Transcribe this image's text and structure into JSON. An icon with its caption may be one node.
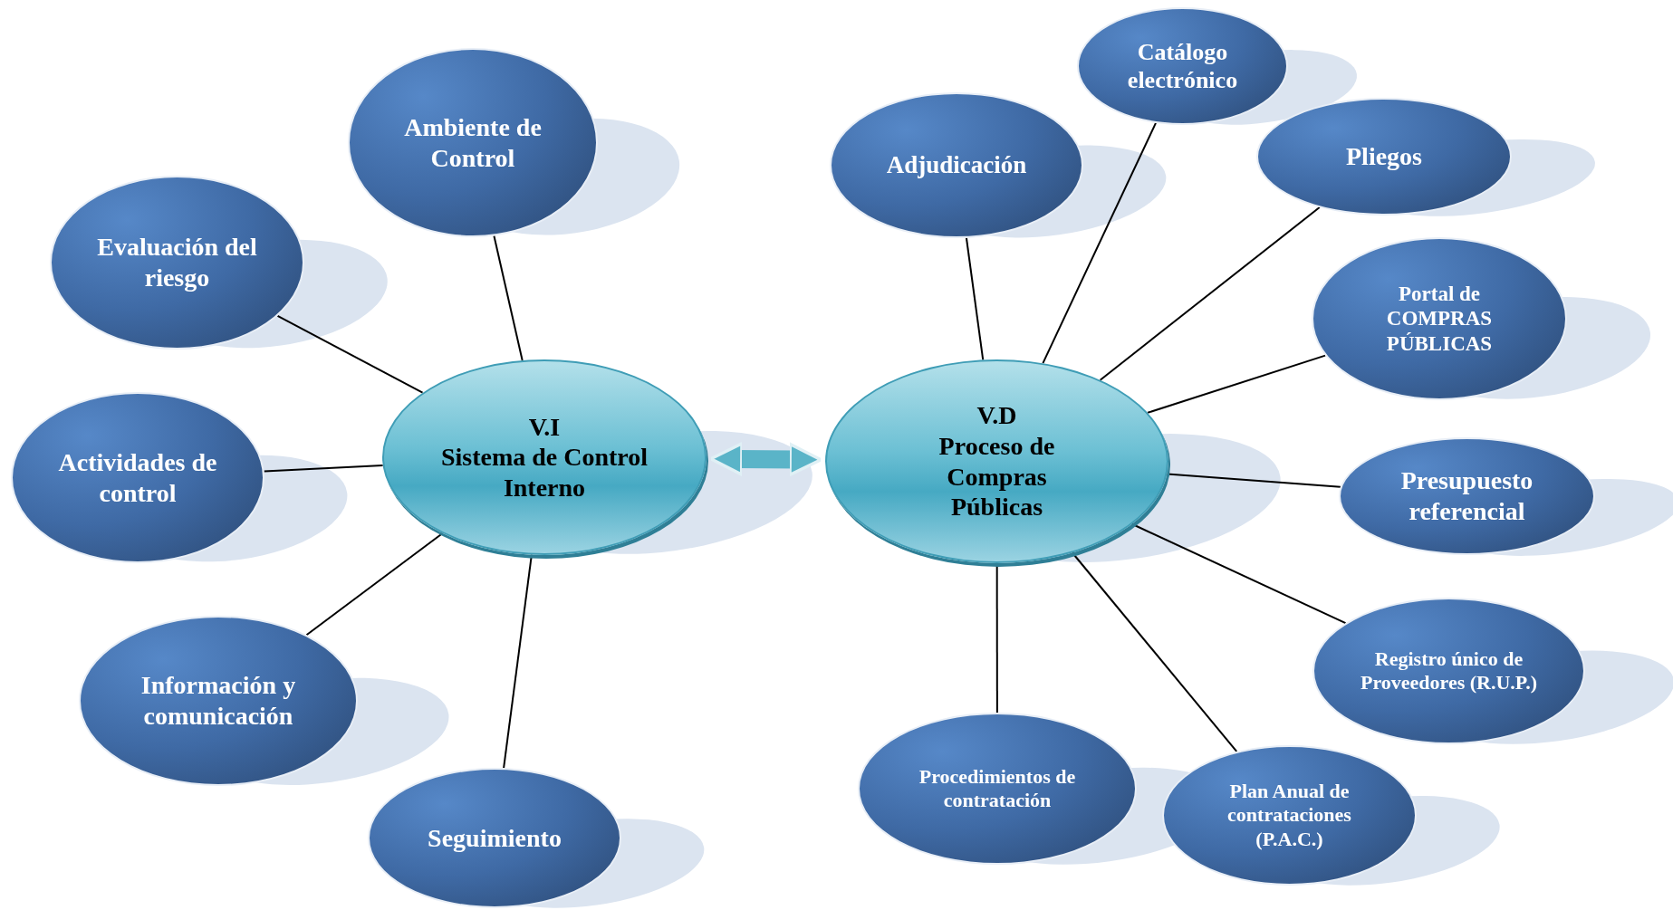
{
  "diagram": {
    "nodes": [
      {
        "text": [
          "V.I",
          "Sistema de Control Interno"
        ]
      },
      {
        "text": [
          "V.D",
          "Proceso de Compras Públicas"
        ]
      },
      {
        "text": [
          "Ambiente de Control"
        ]
      },
      {
        "text": [
          "Evaluación del riesgo"
        ]
      },
      {
        "text": [
          "Actividades de control"
        ]
      },
      {
        "text": [
          "Información y comunicación"
        ]
      },
      {
        "text": [
          "Seguimiento"
        ]
      },
      {
        "text": [
          "Adjudicación"
        ]
      },
      {
        "text": [
          "Catálogo electrónico"
        ]
      },
      {
        "text": [
          "Pliegos"
        ]
      },
      {
        "text": [
          "Portal de COMPRAS PÚBLICAS"
        ]
      },
      {
        "text": [
          "Presupuesto referencial"
        ]
      },
      {
        "text": [
          "Registro único de Proveedores (R.U.P.)"
        ]
      },
      {
        "text": [
          "Plan Anual de contrataciones (P.A.C.)"
        ]
      },
      {
        "text": [
          "Procedimientos de contratación"
        ]
      }
    ],
    "edges": [
      {
        "from": 0,
        "to": 1,
        "arrow": "both",
        "style": "thick",
        "color": "#5ab4c8"
      },
      {
        "from": 0,
        "to": 2,
        "arrow": "none"
      },
      {
        "from": 0,
        "to": 3,
        "arrow": "none"
      },
      {
        "from": 0,
        "to": 4,
        "arrow": "none"
      },
      {
        "from": 0,
        "to": 5,
        "arrow": "none"
      },
      {
        "from": 0,
        "to": 6,
        "arrow": "none"
      },
      {
        "from": 1,
        "to": 7,
        "arrow": "none"
      },
      {
        "from": 1,
        "to": 8,
        "arrow": "none"
      },
      {
        "from": 1,
        "to": 9,
        "arrow": "none"
      },
      {
        "from": 1,
        "to": 10,
        "arrow": "none"
      },
      {
        "from": 1,
        "to": 11,
        "arrow": "none"
      },
      {
        "from": 1,
        "to": 12,
        "arrow": "none"
      },
      {
        "from": 1,
        "to": 13,
        "arrow": "none"
      },
      {
        "from": 1,
        "to": 14,
        "arrow": "none"
      }
    ]
  }
}
